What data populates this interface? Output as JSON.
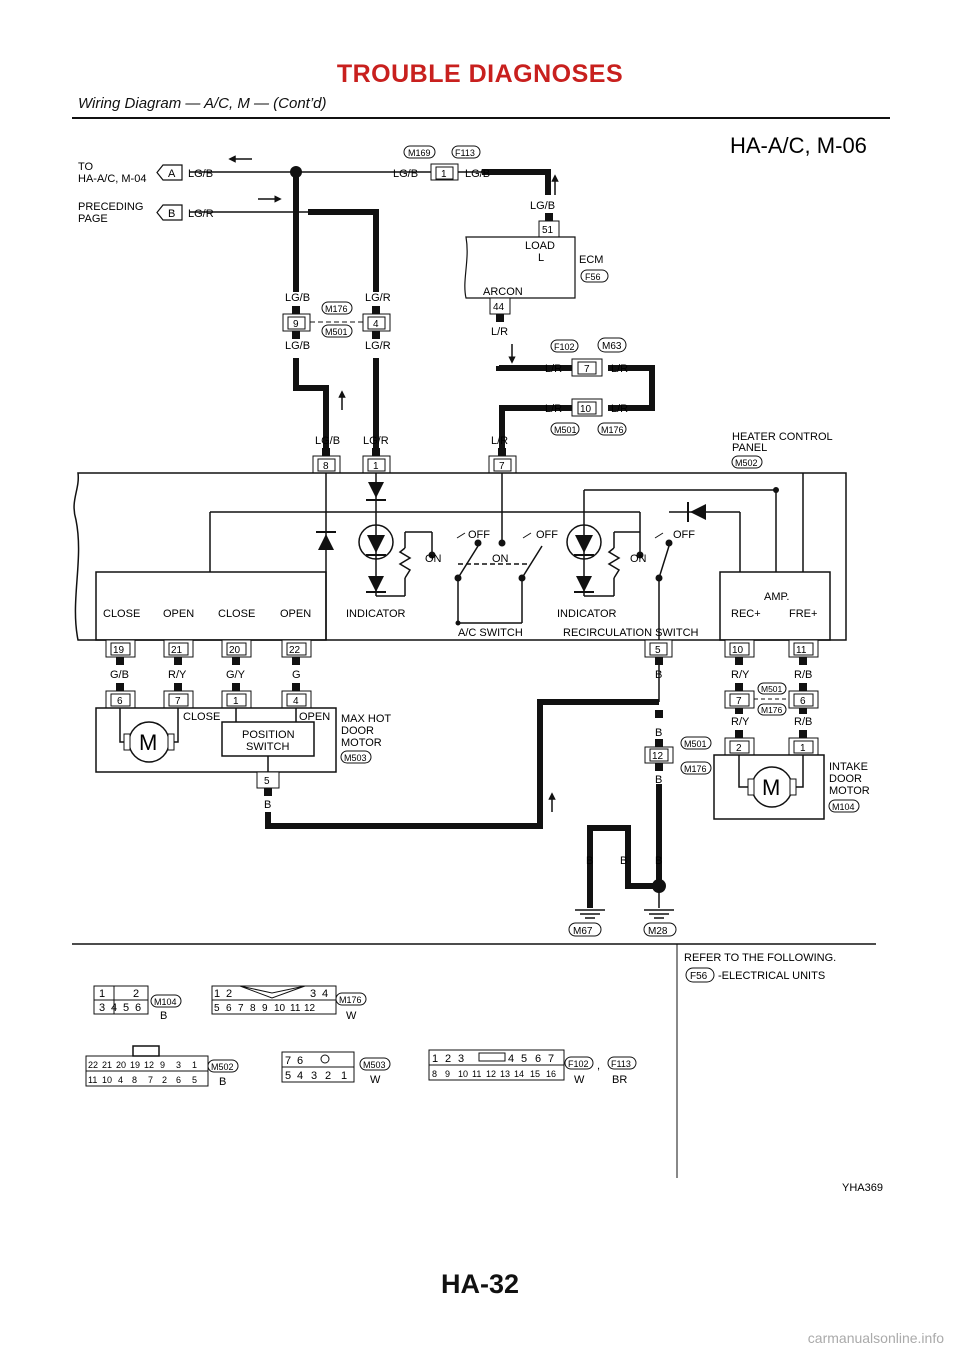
{
  "header": {
    "title": "TROUBLE DIAGNOSES",
    "subtitle": "Wiring Diagram — A/C, M — (Cont’d)"
  },
  "diagram": {
    "title": "HA-A/C, M-06",
    "figure_id": "YHA369",
    "to_block": {
      "tag": "A",
      "line1": "TO",
      "line2": "HA-A/C, M-04",
      "wire": "LG/B"
    },
    "preceding_block": {
      "tag": "B",
      "line1": "PRECEDING",
      "line2": "PAGE",
      "wire": "LG/R"
    },
    "wires": {
      "lgb": "LG/B",
      "lgr": "LG/R",
      "lr": "L/R",
      "gb": "G/B",
      "ry": "R/Y",
      "gy": "G/Y",
      "g": "G",
      "rb": "R/B",
      "b": "B"
    },
    "connectors": {
      "m169": "M169",
      "f113": "F113",
      "m176": "M176",
      "m501": "M501",
      "f102": "F102",
      "m63": "M63",
      "m502": "M502",
      "m503": "M503",
      "m104": "M104",
      "m67": "M67",
      "m28": "M28",
      "f56": "F56"
    },
    "pins": {
      "p1": "1",
      "p51": "51",
      "p44": "44",
      "p9": "9",
      "p4": "4",
      "p7": "7",
      "p10": "10",
      "p8": "8",
      "p19": "19",
      "p21": "21",
      "p20": "20",
      "p22": "22",
      "p5": "5",
      "p11": "11",
      "p6": "6",
      "p12": "12",
      "p2": "2"
    },
    "ecm": {
      "load": "LOAD",
      "load_l": "L",
      "arcon": "ARCON",
      "label": "ECM"
    },
    "panel": {
      "label_line1": "HEATER CONTROL",
      "label_line2": "PANEL",
      "close": "CLOSE",
      "open": "OPEN",
      "indicator": "INDICATOR",
      "ac_switch": "A/C SWITCH",
      "recirc_switch": "RECIRCULATION   SWITCH",
      "on": "ON",
      "off": "OFF",
      "amp": "AMP.",
      "rec": "REC+",
      "fre": "FRE+"
    },
    "max_hot": {
      "line1": "MAX HOT",
      "line2": "DOOR",
      "line3": "MOTOR",
      "close": "CLOSE",
      "open": "OPEN",
      "position_line1": "POSITION",
      "position_line2": "SWITCH"
    },
    "intake": {
      "line1": "INTAKE",
      "line2": "DOOR",
      "line3": "MOTOR"
    },
    "motor_symbol": "M",
    "legend": {
      "refer_text": "REFER TO THE FOLLOWING.",
      "refer_item": "-ELECTRICAL UNITS",
      "color_b": "B",
      "color_w": "W",
      "color_br": "BR",
      "comma": ",",
      "m104_top": [
        "1",
        "2"
      ],
      "m104_bottom": [
        "3",
        "4",
        "5",
        "6"
      ],
      "m176_top": [
        "1",
        "2",
        "3",
        "4"
      ],
      "m176_bottom": [
        "5",
        "6",
        "7",
        "8",
        "9",
        "10",
        "11",
        "12"
      ],
      "m502_top": [
        "22",
        "21",
        "20",
        "19",
        "12",
        "9",
        "3",
        "1"
      ],
      "m502_bottom": [
        "11",
        "10",
        "4",
        "8",
        "7",
        "2",
        "6",
        "5"
      ],
      "m503_top": [
        "7",
        "6"
      ],
      "m503_bottom": [
        "5",
        "4",
        "3",
        "2",
        "1"
      ],
      "f102_top": [
        "1",
        "2",
        "3",
        "4",
        "5",
        "6",
        "7"
      ],
      "f102_bottom": [
        "8",
        "9",
        "10",
        "11",
        "12",
        "13",
        "14",
        "15",
        "16"
      ]
    }
  },
  "page_number": "HA-32",
  "watermark": "carmanualsonline.info"
}
